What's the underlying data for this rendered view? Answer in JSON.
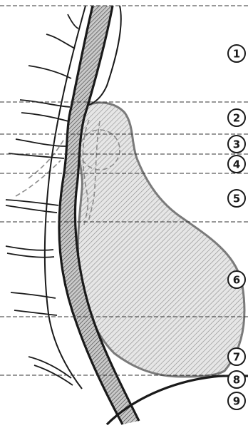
{
  "diagram": {
    "zones": [
      {
        "id": 1,
        "label": "1"
      },
      {
        "id": 2,
        "label": "2"
      },
      {
        "id": 3,
        "label": "3"
      },
      {
        "id": 4,
        "label": "4"
      },
      {
        "id": 5,
        "label": "5"
      },
      {
        "id": 6,
        "label": "6"
      },
      {
        "id": 7,
        "label": "7"
      },
      {
        "id": 8,
        "label": "8"
      },
      {
        "id": 9,
        "label": "9"
      }
    ]
  },
  "colors": {
    "ink": "#1a1a1a",
    "organ_outline": "#7a7a7a",
    "organ_fill": "#e6e6e6",
    "hatch": "#8c8c8c",
    "divider": "#333333"
  }
}
